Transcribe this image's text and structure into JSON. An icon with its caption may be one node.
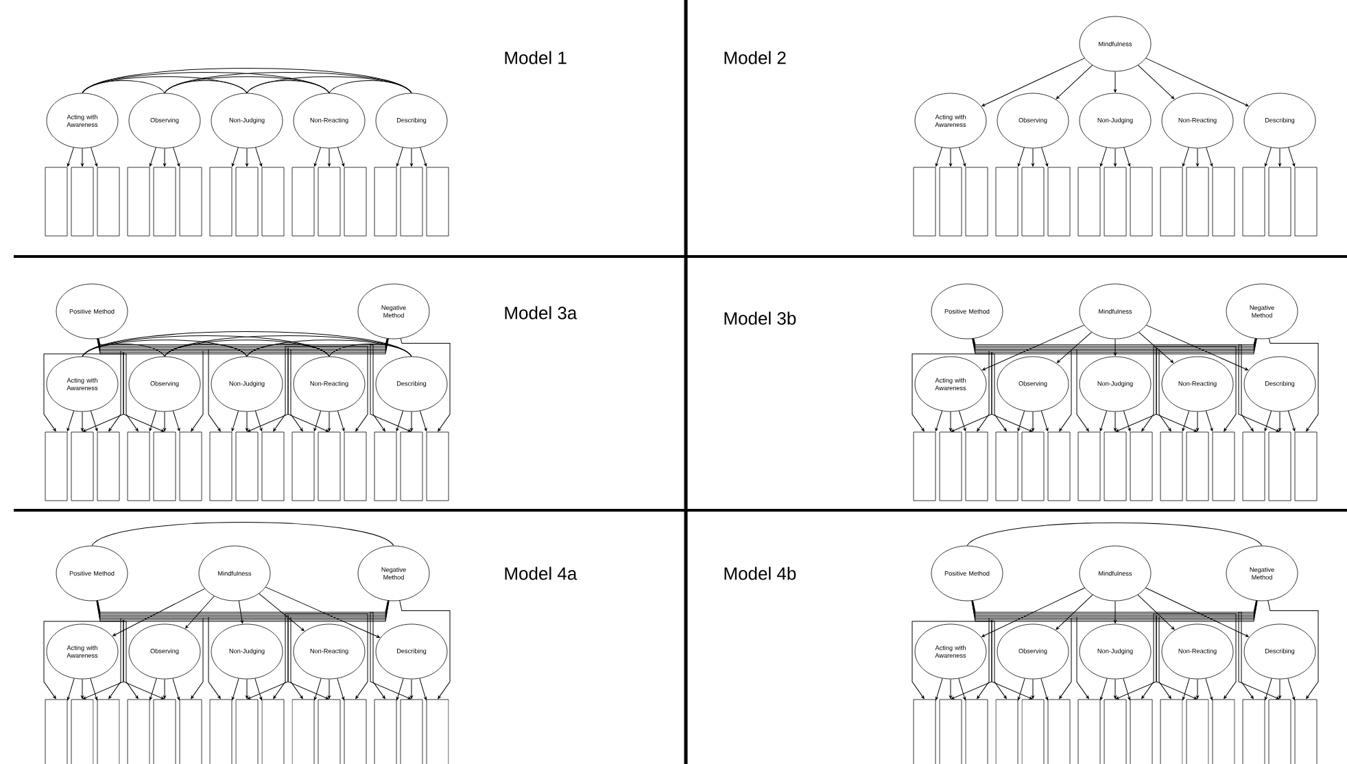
{
  "diagram": {
    "nodes": [
      {
        "text": [
          "Acting with Awareness"
        ]
      },
      {
        "text": [
          "Observing"
        ]
      },
      {
        "text": [
          "Non-Judging"
        ]
      },
      {
        "text": [
          "Non-Reacting"
        ]
      },
      {
        "text": [
          "Describing"
        ]
      },
      {
        "text": [],
        "shape": "box"
      },
      {
        "text": [],
        "shape": "box"
      },
      {
        "text": [],
        "shape": "box"
      },
      {
        "text": [],
        "shape": "box"
      },
      {
        "text": [],
        "shape": "box"
      },
      {
        "text": [],
        "shape": "box"
      },
      {
        "text": [],
        "shape": "box"
      },
      {
        "text": [],
        "shape": "box"
      },
      {
        "text": [],
        "shape": "box"
      },
      {
        "text": [],
        "shape": "box"
      },
      {
        "text": [],
        "shape": "box"
      },
      {
        "text": [],
        "shape": "box"
      },
      {
        "text": [],
        "shape": "box"
      },
      {
        "text": [],
        "shape": "box"
      },
      {
        "text": [],
        "shape": "box"
      },
      {
        "text": [
          "Mindfulness"
        ]
      },
      {
        "text": [
          "Acting with Awareness"
        ]
      },
      {
        "text": [
          "Observing"
        ]
      },
      {
        "text": [
          "Non-Judging"
        ]
      },
      {
        "text": [
          "Non-Reacting"
        ]
      },
      {
        "text": [
          "Describing"
        ]
      },
      {
        "text": [],
        "shape": "box"
      },
      {
        "text": [],
        "shape": "box"
      },
      {
        "text": [],
        "shape": "box"
      },
      {
        "text": [],
        "shape": "box"
      },
      {
        "text": [],
        "shape": "box"
      },
      {
        "text": [],
        "shape": "box"
      },
      {
        "text": [],
        "shape": "box"
      },
      {
        "text": [],
        "shape": "box"
      },
      {
        "text": [],
        "shape": "box"
      },
      {
        "text": [],
        "shape": "box"
      },
      {
        "text": [],
        "shape": "box"
      },
      {
        "text": [],
        "shape": "box"
      },
      {
        "text": [],
        "shape": "box"
      },
      {
        "text": [],
        "shape": "box"
      },
      {
        "text": [],
        "shape": "box"
      },
      {
        "text": [
          "Positive Method"
        ]
      },
      {
        "text": [
          "Negative Method"
        ]
      },
      {
        "text": [
          "Acting with Awareness"
        ]
      },
      {
        "text": [
          "Observing"
        ]
      },
      {
        "text": [
          "Non-Judging"
        ]
      },
      {
        "text": [
          "Non-Reacting"
        ]
      },
      {
        "text": [
          "Describing"
        ]
      },
      {
        "text": [],
        "shape": "box"
      },
      {
        "text": [],
        "shape": "box"
      },
      {
        "text": [],
        "shape": "box"
      },
      {
        "text": [],
        "shape": "box"
      },
      {
        "text": [],
        "shape": "box"
      },
      {
        "text": [],
        "shape": "box"
      },
      {
        "text": [],
        "shape": "box"
      },
      {
        "text": [],
        "shape": "box"
      },
      {
        "text": [],
        "shape": "box"
      },
      {
        "text": [],
        "shape": "box"
      },
      {
        "text": [],
        "shape": "box"
      },
      {
        "text": [],
        "shape": "box"
      },
      {
        "text": [],
        "shape": "box"
      },
      {
        "text": [],
        "shape": "box"
      },
      {
        "text": [],
        "shape": "box"
      },
      {
        "text": [
          "Positive Method"
        ]
      },
      {
        "text": [
          "Mindfulness"
        ]
      },
      {
        "text": [
          "Negative Method"
        ]
      },
      {
        "text": [
          "Acting with Awareness"
        ]
      },
      {
        "text": [
          "Observing"
        ]
      },
      {
        "text": [
          "Non-Judging"
        ]
      },
      {
        "text": [
          "Non-Reacting"
        ]
      },
      {
        "text": [
          "Describing"
        ]
      },
      {
        "text": [],
        "shape": "box"
      },
      {
        "text": [],
        "shape": "box"
      },
      {
        "text": [],
        "shape": "box"
      },
      {
        "text": [],
        "shape": "box"
      },
      {
        "text": [],
        "shape": "box"
      },
      {
        "text": [],
        "shape": "box"
      },
      {
        "text": [],
        "shape": "box"
      },
      {
        "text": [],
        "shape": "box"
      },
      {
        "text": [],
        "shape": "box"
      },
      {
        "text": [],
        "shape": "box"
      },
      {
        "text": [],
        "shape": "box"
      },
      {
        "text": [],
        "shape": "box"
      },
      {
        "text": [],
        "shape": "box"
      },
      {
        "text": [],
        "shape": "box"
      },
      {
        "text": [],
        "shape": "box"
      },
      {
        "text": [
          "Positive Method"
        ]
      },
      {
        "text": [
          "Mindfulness"
        ]
      },
      {
        "text": [
          "Negative Method"
        ]
      },
      {
        "text": [
          "Acting with Awareness"
        ]
      },
      {
        "text": [
          "Observing"
        ]
      },
      {
        "text": [
          "Non-Judging"
        ]
      },
      {
        "text": [
          "Non-Reacting"
        ]
      },
      {
        "text": [
          "Describing"
        ]
      },
      {
        "text": [],
        "shape": "box"
      },
      {
        "text": [],
        "shape": "box"
      },
      {
        "text": [],
        "shape": "box"
      },
      {
        "text": [],
        "shape": "box"
      },
      {
        "text": [],
        "shape": "box"
      },
      {
        "text": [],
        "shape": "box"
      },
      {
        "text": [],
        "shape": "box"
      },
      {
        "text": [],
        "shape": "box"
      },
      {
        "text": [],
        "shape": "box"
      },
      {
        "text": [],
        "shape": "box"
      },
      {
        "text": [],
        "shape": "box"
      },
      {
        "text": [],
        "shape": "box"
      },
      {
        "text": [],
        "shape": "box"
      },
      {
        "text": [],
        "shape": "box"
      },
      {
        "text": [],
        "shape": "box"
      },
      {
        "text": [
          "Positive Method"
        ]
      },
      {
        "text": [
          "Mindfulness"
        ]
      },
      {
        "text": [
          "Negative Method"
        ]
      },
      {
        "text": [
          "Acting with Awareness"
        ]
      },
      {
        "text": [
          "Observing"
        ]
      },
      {
        "text": [
          "Non-Judging"
        ]
      },
      {
        "text": [
          "Non-Reacting"
        ]
      },
      {
        "text": [
          "Describing"
        ]
      },
      {
        "text": [],
        "shape": "box"
      },
      {
        "text": [],
        "shape": "box"
      },
      {
        "text": [],
        "shape": "box"
      },
      {
        "text": [],
        "shape": "box"
      },
      {
        "text": [],
        "shape": "box"
      },
      {
        "text": [],
        "shape": "box"
      },
      {
        "text": [],
        "shape": "box"
      },
      {
        "text": [],
        "shape": "box"
      },
      {
        "text": [],
        "shape": "box"
      },
      {
        "text": [],
        "shape": "box"
      },
      {
        "text": [],
        "shape": "box"
      },
      {
        "text": [],
        "shape": "box"
      },
      {
        "text": [],
        "shape": "box"
      },
      {
        "text": [],
        "shape": "box"
      },
      {
        "text": [],
        "shape": "box"
      }
    ],
    "edges": [
      {
        "from": 0,
        "to": 5,
        "arrow": "to"
      },
      {
        "from": 0,
        "to": 6,
        "arrow": "to"
      },
      {
        "from": 0,
        "to": 7,
        "arrow": "to"
      },
      {
        "from": 1,
        "to": 8,
        "arrow": "to"
      },
      {
        "from": 1,
        "to": 9,
        "arrow": "to"
      },
      {
        "from": 1,
        "to": 10,
        "arrow": "to"
      },
      {
        "from": 2,
        "to": 11,
        "arrow": "to"
      },
      {
        "from": 2,
        "to": 12,
        "arrow": "to"
      },
      {
        "from": 2,
        "to": 13,
        "arrow": "to"
      },
      {
        "from": 3,
        "to": 14,
        "arrow": "to"
      },
      {
        "from": 3,
        "to": 15,
        "arrow": "to"
      },
      {
        "from": 3,
        "to": 16,
        "arrow": "to"
      },
      {
        "from": 4,
        "to": 17,
        "arrow": "to"
      },
      {
        "from": 4,
        "to": 18,
        "arrow": "to"
      },
      {
        "from": 4,
        "to": 19,
        "arrow": "to"
      },
      {
        "from": 0,
        "to": 1,
        "arrow": "none"
      },
      {
        "from": 0,
        "to": 2,
        "arrow": "none"
      },
      {
        "from": 0,
        "to": 3,
        "arrow": "none"
      },
      {
        "from": 0,
        "to": 4,
        "arrow": "none"
      },
      {
        "from": 1,
        "to": 2,
        "arrow": "none"
      },
      {
        "from": 1,
        "to": 3,
        "arrow": "none"
      },
      {
        "from": 1,
        "to": 4,
        "arrow": "none"
      },
      {
        "from": 2,
        "to": 3,
        "arrow": "none"
      },
      {
        "from": 2,
        "to": 4,
        "arrow": "none"
      },
      {
        "from": 3,
        "to": 4,
        "arrow": "none"
      },
      {
        "from": 20,
        "to": 21,
        "arrow": "to"
      },
      {
        "from": 20,
        "to": 22,
        "arrow": "to"
      },
      {
        "from": 20,
        "to": 23,
        "arrow": "to"
      },
      {
        "from": 20,
        "to": 24,
        "arrow": "to"
      },
      {
        "from": 20,
        "to": 25,
        "arrow": "to"
      },
      {
        "from": 21,
        "to": 26,
        "arrow": "to"
      },
      {
        "from": 21,
        "to": 27,
        "arrow": "to"
      },
      {
        "from": 21,
        "to": 28,
        "arrow": "to"
      },
      {
        "from": 22,
        "to": 29,
        "arrow": "to"
      },
      {
        "from": 22,
        "to": 30,
        "arrow": "to"
      },
      {
        "from": 22,
        "to": 31,
        "arrow": "to"
      },
      {
        "from": 23,
        "to": 32,
        "arrow": "to"
      },
      {
        "from": 23,
        "to": 33,
        "arrow": "to"
      },
      {
        "from": 23,
        "to": 34,
        "arrow": "to"
      },
      {
        "from": 24,
        "to": 35,
        "arrow": "to"
      },
      {
        "from": 24,
        "to": 36,
        "arrow": "to"
      },
      {
        "from": 24,
        "to": 37,
        "arrow": "to"
      },
      {
        "from": 25,
        "to": 38,
        "arrow": "to"
      },
      {
        "from": 25,
        "to": 39,
        "arrow": "to"
      },
      {
        "from": 25,
        "to": 40,
        "arrow": "to"
      },
      {
        "from": 43,
        "to": 48,
        "arrow": "to"
      },
      {
        "from": 43,
        "to": 49,
        "arrow": "to"
      },
      {
        "from": 43,
        "to": 50,
        "arrow": "to"
      },
      {
        "from": 44,
        "to": 51,
        "arrow": "to"
      },
      {
        "from": 44,
        "to": 52,
        "arrow": "to"
      },
      {
        "from": 44,
        "to": 53,
        "arrow": "to"
      },
      {
        "from": 45,
        "to": 54,
        "arrow": "to"
      },
      {
        "from": 45,
        "to": 55,
        "arrow": "to"
      },
      {
        "from": 45,
        "to": 56,
        "arrow": "to"
      },
      {
        "from": 46,
        "to": 57,
        "arrow": "to"
      },
      {
        "from": 46,
        "to": 58,
        "arrow": "to"
      },
      {
        "from": 46,
        "to": 59,
        "arrow": "to"
      },
      {
        "from": 47,
        "to": 60,
        "arrow": "to"
      },
      {
        "from": 47,
        "to": 61,
        "arrow": "to"
      },
      {
        "from": 47,
        "to": 62,
        "arrow": "to"
      },
      {
        "from": 43,
        "to": 44,
        "arrow": "none"
      },
      {
        "from": 43,
        "to": 45,
        "arrow": "none"
      },
      {
        "from": 43,
        "to": 46,
        "arrow": "none"
      },
      {
        "from": 43,
        "to": 47,
        "arrow": "none"
      },
      {
        "from": 44,
        "to": 45,
        "arrow": "none"
      },
      {
        "from": 44,
        "to": 46,
        "arrow": "none"
      },
      {
        "from": 44,
        "to": 47,
        "arrow": "none"
      },
      {
        "from": 45,
        "to": 46,
        "arrow": "none"
      },
      {
        "from": 45,
        "to": 47,
        "arrow": "none"
      },
      {
        "from": 46,
        "to": 47,
        "arrow": "none"
      },
      {
        "from": 41,
        "to": 51,
        "arrow": "to"
      },
      {
        "from": 41,
        "to": 52,
        "arrow": "to"
      },
      {
        "from": 41,
        "to": 53,
        "arrow": "to"
      },
      {
        "from": 41,
        "to": 57,
        "arrow": "to"
      },
      {
        "from": 41,
        "to": 58,
        "arrow": "to"
      },
      {
        "from": 41,
        "to": 59,
        "arrow": "to"
      },
      {
        "from": 41,
        "to": 60,
        "arrow": "to"
      },
      {
        "from": 42,
        "to": 48,
        "arrow": "to"
      },
      {
        "from": 42,
        "to": 49,
        "arrow": "to"
      },
      {
        "from": 42,
        "to": 50,
        "arrow": "to"
      },
      {
        "from": 42,
        "to": 54,
        "arrow": "to"
      },
      {
        "from": 42,
        "to": 55,
        "arrow": "to"
      },
      {
        "from": 42,
        "to": 56,
        "arrow": "to"
      },
      {
        "from": 42,
        "to": 61,
        "arrow": "to"
      },
      {
        "from": 42,
        "to": 62,
        "arrow": "to"
      },
      {
        "from": 64,
        "to": 66,
        "arrow": "to"
      },
      {
        "from": 64,
        "to": 67,
        "arrow": "to"
      },
      {
        "from": 64,
        "to": 68,
        "arrow": "to"
      },
      {
        "from": 64,
        "to": 69,
        "arrow": "to"
      },
      {
        "from": 64,
        "to": 70,
        "arrow": "to"
      },
      {
        "from": 66,
        "to": 71,
        "arrow": "to"
      },
      {
        "from": 66,
        "to": 72,
        "arrow": "to"
      },
      {
        "from": 66,
        "to": 73,
        "arrow": "to"
      },
      {
        "from": 67,
        "to": 74,
        "arrow": "to"
      },
      {
        "from": 67,
        "to": 75,
        "arrow": "to"
      },
      {
        "from": 67,
        "to": 76,
        "arrow": "to"
      },
      {
        "from": 68,
        "to": 77,
        "arrow": "to"
      },
      {
        "from": 68,
        "to": 78,
        "arrow": "to"
      },
      {
        "from": 68,
        "to": 79,
        "arrow": "to"
      },
      {
        "from": 69,
        "to": 80,
        "arrow": "to"
      },
      {
        "from": 69,
        "to": 81,
        "arrow": "to"
      },
      {
        "from": 69,
        "to": 82,
        "arrow": "to"
      },
      {
        "from": 70,
        "to": 83,
        "arrow": "to"
      },
      {
        "from": 70,
        "to": 84,
        "arrow": "to"
      },
      {
        "from": 70,
        "to": 85,
        "arrow": "to"
      },
      {
        "from": 63,
        "to": 74,
        "arrow": "to"
      },
      {
        "from": 63,
        "to": 75,
        "arrow": "to"
      },
      {
        "from": 63,
        "to": 76,
        "arrow": "to"
      },
      {
        "from": 63,
        "to": 80,
        "arrow": "to"
      },
      {
        "from": 63,
        "to": 81,
        "arrow": "to"
      },
      {
        "from": 63,
        "to": 82,
        "arrow": "to"
      },
      {
        "from": 63,
        "to": 83,
        "arrow": "to"
      },
      {
        "from": 65,
        "to": 71,
        "arrow": "to"
      },
      {
        "from": 65,
        "to": 72,
        "arrow": "to"
      },
      {
        "from": 65,
        "to": 73,
        "arrow": "to"
      },
      {
        "from": 65,
        "to": 77,
        "arrow": "to"
      },
      {
        "from": 65,
        "to": 78,
        "arrow": "to"
      },
      {
        "from": 65,
        "to": 79,
        "arrow": "to"
      },
      {
        "from": 65,
        "to": 84,
        "arrow": "to"
      },
      {
        "from": 65,
        "to": 85,
        "arrow": "to"
      },
      {
        "from": 86,
        "to": 88,
        "arrow": "none"
      },
      {
        "from": 87,
        "to": 89,
        "arrow": "to"
      },
      {
        "from": 87,
        "to": 90,
        "arrow": "to"
      },
      {
        "from": 87,
        "to": 91,
        "arrow": "to"
      },
      {
        "from": 87,
        "to": 92,
        "arrow": "to"
      },
      {
        "from": 87,
        "to": 93,
        "arrow": "to"
      },
      {
        "from": 89,
        "to": 94,
        "arrow": "to"
      },
      {
        "from": 89,
        "to": 95,
        "arrow": "to"
      },
      {
        "from": 89,
        "to": 96,
        "arrow": "to"
      },
      {
        "from": 90,
        "to": 97,
        "arrow": "to"
      },
      {
        "from": 90,
        "to": 98,
        "arrow": "to"
      },
      {
        "from": 90,
        "to": 99,
        "arrow": "to"
      },
      {
        "from": 91,
        "to": 100,
        "arrow": "to"
      },
      {
        "from": 91,
        "to": 101,
        "arrow": "to"
      },
      {
        "from": 91,
        "to": 102,
        "arrow": "to"
      },
      {
        "from": 92,
        "to": 103,
        "arrow": "to"
      },
      {
        "from": 92,
        "to": 104,
        "arrow": "to"
      },
      {
        "from": 92,
        "to": 105,
        "arrow": "to"
      },
      {
        "from": 93,
        "to": 106,
        "arrow": "to"
      },
      {
        "from": 93,
        "to": 107,
        "arrow": "to"
      },
      {
        "from": 93,
        "to": 108,
        "arrow": "to"
      },
      {
        "from": 86,
        "to": 97,
        "arrow": "to"
      },
      {
        "from": 86,
        "to": 98,
        "arrow": "to"
      },
      {
        "from": 86,
        "to": 99,
        "arrow": "to"
      },
      {
        "from": 86,
        "to": 103,
        "arrow": "to"
      },
      {
        "from": 86,
        "to": 104,
        "arrow": "to"
      },
      {
        "from": 86,
        "to": 105,
        "arrow": "to"
      },
      {
        "from": 86,
        "to": 106,
        "arrow": "to"
      },
      {
        "from": 88,
        "to": 94,
        "arrow": "to"
      },
      {
        "from": 88,
        "to": 95,
        "arrow": "to"
      },
      {
        "from": 88,
        "to": 96,
        "arrow": "to"
      },
      {
        "from": 88,
        "to": 100,
        "arrow": "to"
      },
      {
        "from": 88,
        "to": 101,
        "arrow": "to"
      },
      {
        "from": 88,
        "to": 102,
        "arrow": "to"
      },
      {
        "from": 88,
        "to": 107,
        "arrow": "to"
      },
      {
        "from": 88,
        "to": 108,
        "arrow": "to"
      },
      {
        "from": 109,
        "to": 111,
        "arrow": "none"
      },
      {
        "from": 110,
        "to": 112,
        "arrow": "to"
      },
      {
        "from": 110,
        "to": 113,
        "arrow": "to"
      },
      {
        "from": 110,
        "to": 114,
        "arrow": "to"
      },
      {
        "from": 110,
        "to": 115,
        "arrow": "to"
      },
      {
        "from": 110,
        "to": 116,
        "arrow": "to"
      },
      {
        "from": 112,
        "to": 117,
        "arrow": "to"
      },
      {
        "from": 112,
        "to": 118,
        "arrow": "to"
      },
      {
        "from": 112,
        "to": 119,
        "arrow": "to"
      },
      {
        "from": 113,
        "to": 120,
        "arrow": "to"
      },
      {
        "from": 113,
        "to": 121,
        "arrow": "to"
      },
      {
        "from": 113,
        "to": 122,
        "arrow": "to"
      },
      {
        "from": 114,
        "to": 123,
        "arrow": "to"
      },
      {
        "from": 114,
        "to": 124,
        "arrow": "to"
      },
      {
        "from": 114,
        "to": 125,
        "arrow": "to"
      },
      {
        "from": 115,
        "to": 126,
        "arrow": "to"
      },
      {
        "from": 115,
        "to": 127,
        "arrow": "to"
      },
      {
        "from": 115,
        "to": 128,
        "arrow": "to"
      },
      {
        "from": 116,
        "to": 129,
        "arrow": "to"
      },
      {
        "from": 116,
        "to": 130,
        "arrow": "to"
      },
      {
        "from": 116,
        "to": 131,
        "arrow": "to"
      },
      {
        "from": 109,
        "to": 120,
        "arrow": "to"
      },
      {
        "from": 109,
        "to": 121,
        "arrow": "to"
      },
      {
        "from": 109,
        "to": 122,
        "arrow": "to"
      },
      {
        "from": 109,
        "to": 126,
        "arrow": "to"
      },
      {
        "from": 109,
        "to": 127,
        "arrow": "to"
      },
      {
        "from": 109,
        "to": 128,
        "arrow": "to"
      },
      {
        "from": 109,
        "to": 129,
        "arrow": "to"
      },
      {
        "from": 111,
        "to": 117,
        "arrow": "to"
      },
      {
        "from": 111,
        "to": 118,
        "arrow": "to"
      },
      {
        "from": 111,
        "to": 119,
        "arrow": "to"
      },
      {
        "from": 111,
        "to": 123,
        "arrow": "to"
      },
      {
        "from": 111,
        "to": 124,
        "arrow": "to"
      },
      {
        "from": 111,
        "to": 125,
        "arrow": "to"
      },
      {
        "from": 111,
        "to": 130,
        "arrow": "to"
      },
      {
        "from": 111,
        "to": 131,
        "arrow": "to"
      }
    ],
    "labels": [
      "Model 1",
      "Model 2",
      "Model 3a",
      "Model 3b",
      "Model 4a",
      "Model 4b"
    ]
  }
}
